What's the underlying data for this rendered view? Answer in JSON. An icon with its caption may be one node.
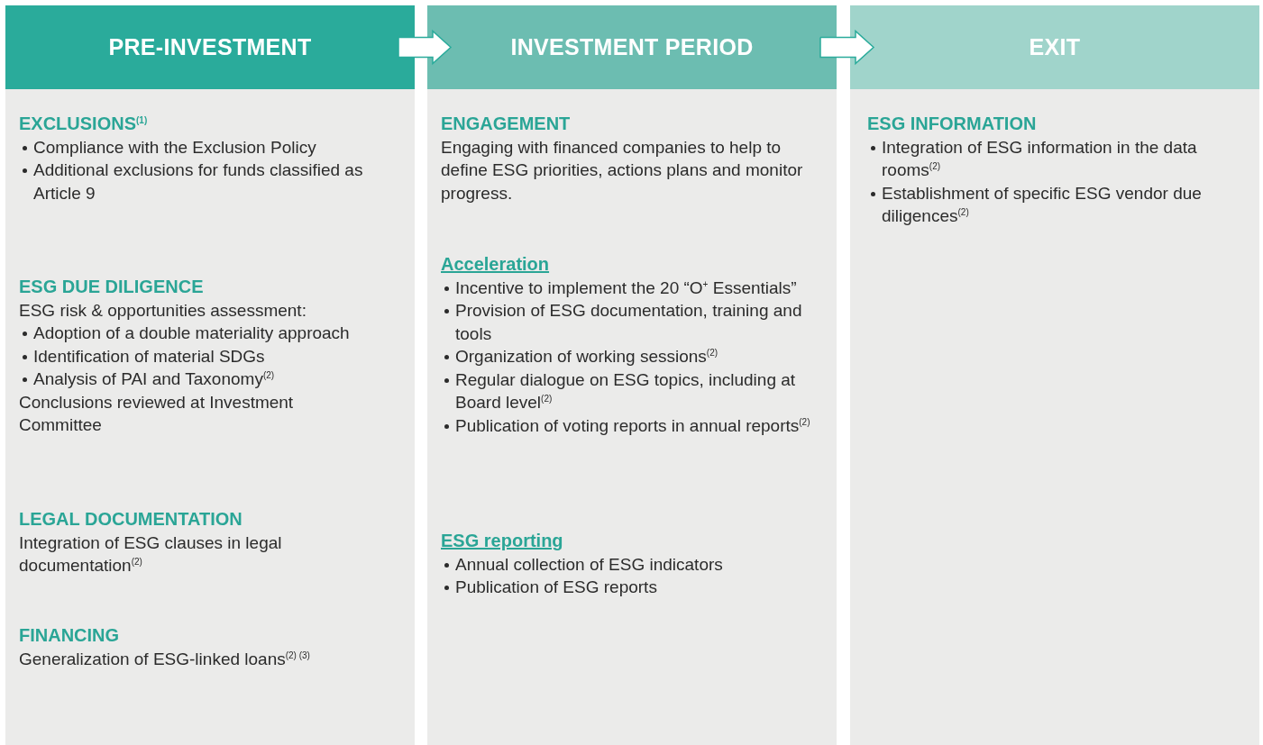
{
  "diagram": {
    "nodes": [
      {
        "text": [
          "PRE-INVESTMENT"
        ]
      },
      {
        "text": [
          "INVESTMENT PERIOD"
        ]
      },
      {
        "text": [
          "EXIT"
        ]
      },
      {
        "text": [],
        "shape": "box"
      },
      {
        "text": [],
        "shape": "box"
      },
      {
        "text": [],
        "shape": "box"
      },
      {
        "text": [
          "EXCLUSIONS$^{(1)}$",
          "Compliance with the Exclusion Policy",
          "Additional exclusions for funds classified as Article 9"
        ],
        "in": 3
      },
      {
        "text": [
          "ESG DUE DILIGENCE",
          "ESG risk & opportunities assessment:",
          "Adoption of a double materiality approach",
          "Identification of material SDGs",
          "Analysis of PAI and Taxonomy$^{(2)}$",
          "Conclusions reviewed at Investment Committee"
        ],
        "in": 3
      },
      {
        "text": [
          "LEGAL DOCUMENTATION",
          "Integration of ESG clauses in legal documentation$^{(2)}$"
        ],
        "in": 3
      },
      {
        "text": [
          "FINANCING",
          "Generalization of ESG-linked loans$^{(2) (3)}$"
        ],
        "in": 3
      },
      {
        "text": [
          "ENGAGEMENT",
          "Engaging with financed companies to help to define ESG priorities, actions plans and monitor progress."
        ],
        "in": 4
      },
      {
        "text": [
          "Acceleration",
          "Incentive to implement the 20 “O$^{+}$ Essentials”",
          "Provision of ESG documentation, training and tools",
          "Organization of working sessions$^{(2)}$",
          "Regular dialogue on ESG topics, including at Board level$^{(2)}$",
          "Publication of voting reports in annual reports$^{(2)}$"
        ],
        "in": 4
      },
      {
        "text": [
          "ESG reporting",
          "Annual collection of ESG indicators",
          "Publication of ESG reports"
        ],
        "in": 4
      },
      {
        "text": [
          "ESG INFORMATION",
          "Integration of ESG information in the data rooms$^{(2)}$",
          "Establishment of specific ESG vendor due diligences$^{(2)}$"
        ],
        "in": 5
      }
    ],
    "edges": [
      {
        "from": 0,
        "to": 1,
        "arrow": "to"
      },
      {
        "from": 1,
        "to": 2,
        "arrow": "to"
      }
    ]
  }
}
